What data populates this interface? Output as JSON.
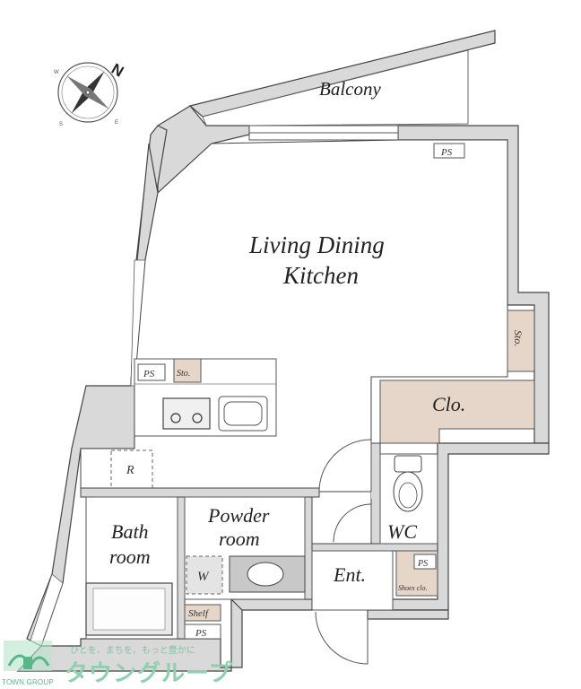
{
  "rooms": {
    "balcony": "Balcony",
    "ldk_line1": "Living Dining",
    "ldk_line2": "Kitchen",
    "closet": "Clo.",
    "storage_side": "Sto.",
    "storage_kitchen": "Sto.",
    "ps_top": "PS",
    "ps_kitchen": "PS",
    "ps_entrance": "PS",
    "ps_bottom": "PS",
    "refrigerator": "R",
    "bath_line1": "Bath",
    "bath_line2": "room",
    "powder_line1": "Powder",
    "powder_line2": "room",
    "washer": "W",
    "shelf": "Shelf",
    "wc": "WC",
    "entrance": "Ent.",
    "shoes_closet": "Shoes clo."
  },
  "compass": {
    "north": "N",
    "west": "W",
    "east": "E",
    "south": "S"
  },
  "branding": {
    "caption": "TOWN GROUP",
    "tagline": "ひとを、まちを、もっと豊かに",
    "name": "タウングループ"
  },
  "colors": {
    "wall": "#d9d9d9",
    "closet_fill": "#e6d6c9",
    "brand_green": "#59b58a"
  }
}
